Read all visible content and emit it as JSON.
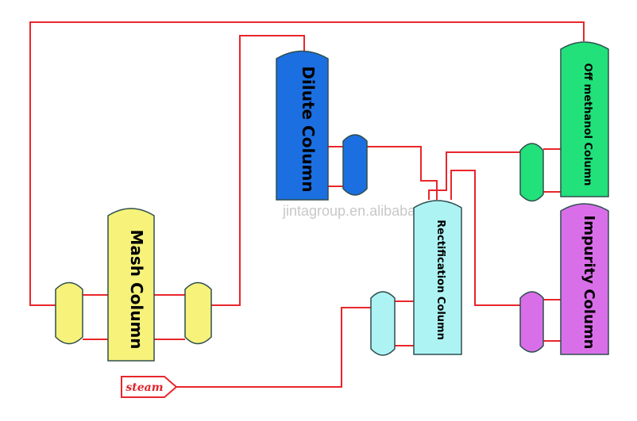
{
  "colors": {
    "pipe": "#e8262b",
    "outline": "#2f4f4f",
    "mash": "#f6f27a",
    "dilute": "#1b6fe0",
    "offmethanol": "#22e07a",
    "rectification": "#aef3f3",
    "impurity": "#d96fe8",
    "background": "#ffffff"
  },
  "columns": {
    "mash": "Mash Column",
    "dilute": "Dilute Column",
    "offmethanol": "Off methanol Column",
    "rectification": "Rectification Column",
    "impurity": "Impurity Column"
  },
  "inputs": {
    "steam": "steam"
  },
  "watermark": "jintagroup.en.alibaba.com"
}
